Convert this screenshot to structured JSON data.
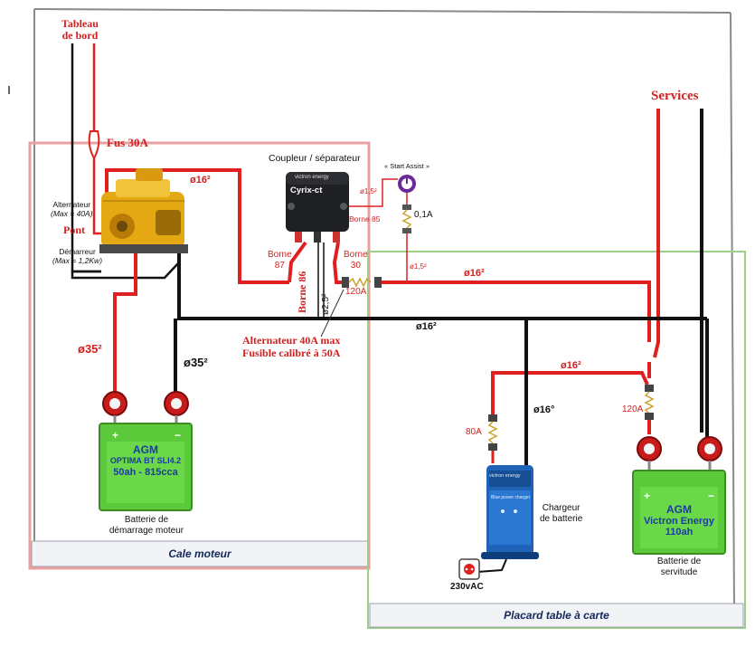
{
  "zones": {
    "cale_moteur": "Cale moteur",
    "placard": "Placard table à carte"
  },
  "labels": {
    "tableau_de_bord": "Tableau\nde bord",
    "tableau_line1": "Tableau",
    "tableau_line2": "de bord",
    "fus": "Fus 30A",
    "alternateur_line1": "Alternateur",
    "alternateur_line2": "(Max = 40A)",
    "pont": "Pont",
    "demarreur_line1": "Démarreur",
    "demarreur_line2": "(Max = 1,2Kw)",
    "coupleur": "Coupleur / séparateur",
    "start_assist": "« Start Assist »",
    "services": "Services",
    "borne87_line1": "Borne",
    "borne87_line2": "87",
    "borne30_line1": "Borne",
    "borne30_line2": "30",
    "borne85": "Borne 85",
    "borne86": "Borne 86",
    "d2_5": "ø2,5²",
    "d1_5_top": "ø1,5²",
    "d1_5_mid": "ø1,5²",
    "fuse_01": "0,1A",
    "fuse_120_mid": "120A",
    "fuse_120_right": "120A",
    "fuse_80": "80A",
    "d16_top": "ø16²",
    "d16_right": "ø16²",
    "d16_black": "ø16²",
    "d16_mid": "ø16²",
    "d16_charger": "ø16°",
    "d35_red": "ø35²",
    "d35_black": "ø35²",
    "alt_note_line1": "Alternateur 40A max",
    "alt_note_line2": "Fusible calibré à 50A",
    "chargeur_line1": "Chargeur",
    "chargeur_line2": "de batterie",
    "ac": "230vAC"
  },
  "coupler": {
    "brand": "victron energy",
    "model": "Cyrix-ct"
  },
  "charger": {
    "brand": "victron energy",
    "model": "Blue power charger"
  },
  "battery_start": {
    "type": "AGM",
    "model": "OPTIMA BT SLI4.2",
    "capacity": "50ah - 815cca",
    "caption_line1": "Batterie de",
    "caption_line2": "démarrage moteur"
  },
  "battery_service": {
    "type": "AGM",
    "model": "Victron Energy",
    "capacity": "110ah",
    "caption_line1": "Batterie de",
    "caption_line2": "servitude"
  },
  "colors": {
    "red_wire": "#e02020",
    "black_wire": "#111111",
    "battery_green": "#5cc93a",
    "battery_text": "#1a3d9e",
    "zone_title": "#13285a"
  },
  "icons": [
    "engine-icon",
    "terminal-icon",
    "fuse-icon",
    "push-button-icon",
    "outlet-icon"
  ]
}
